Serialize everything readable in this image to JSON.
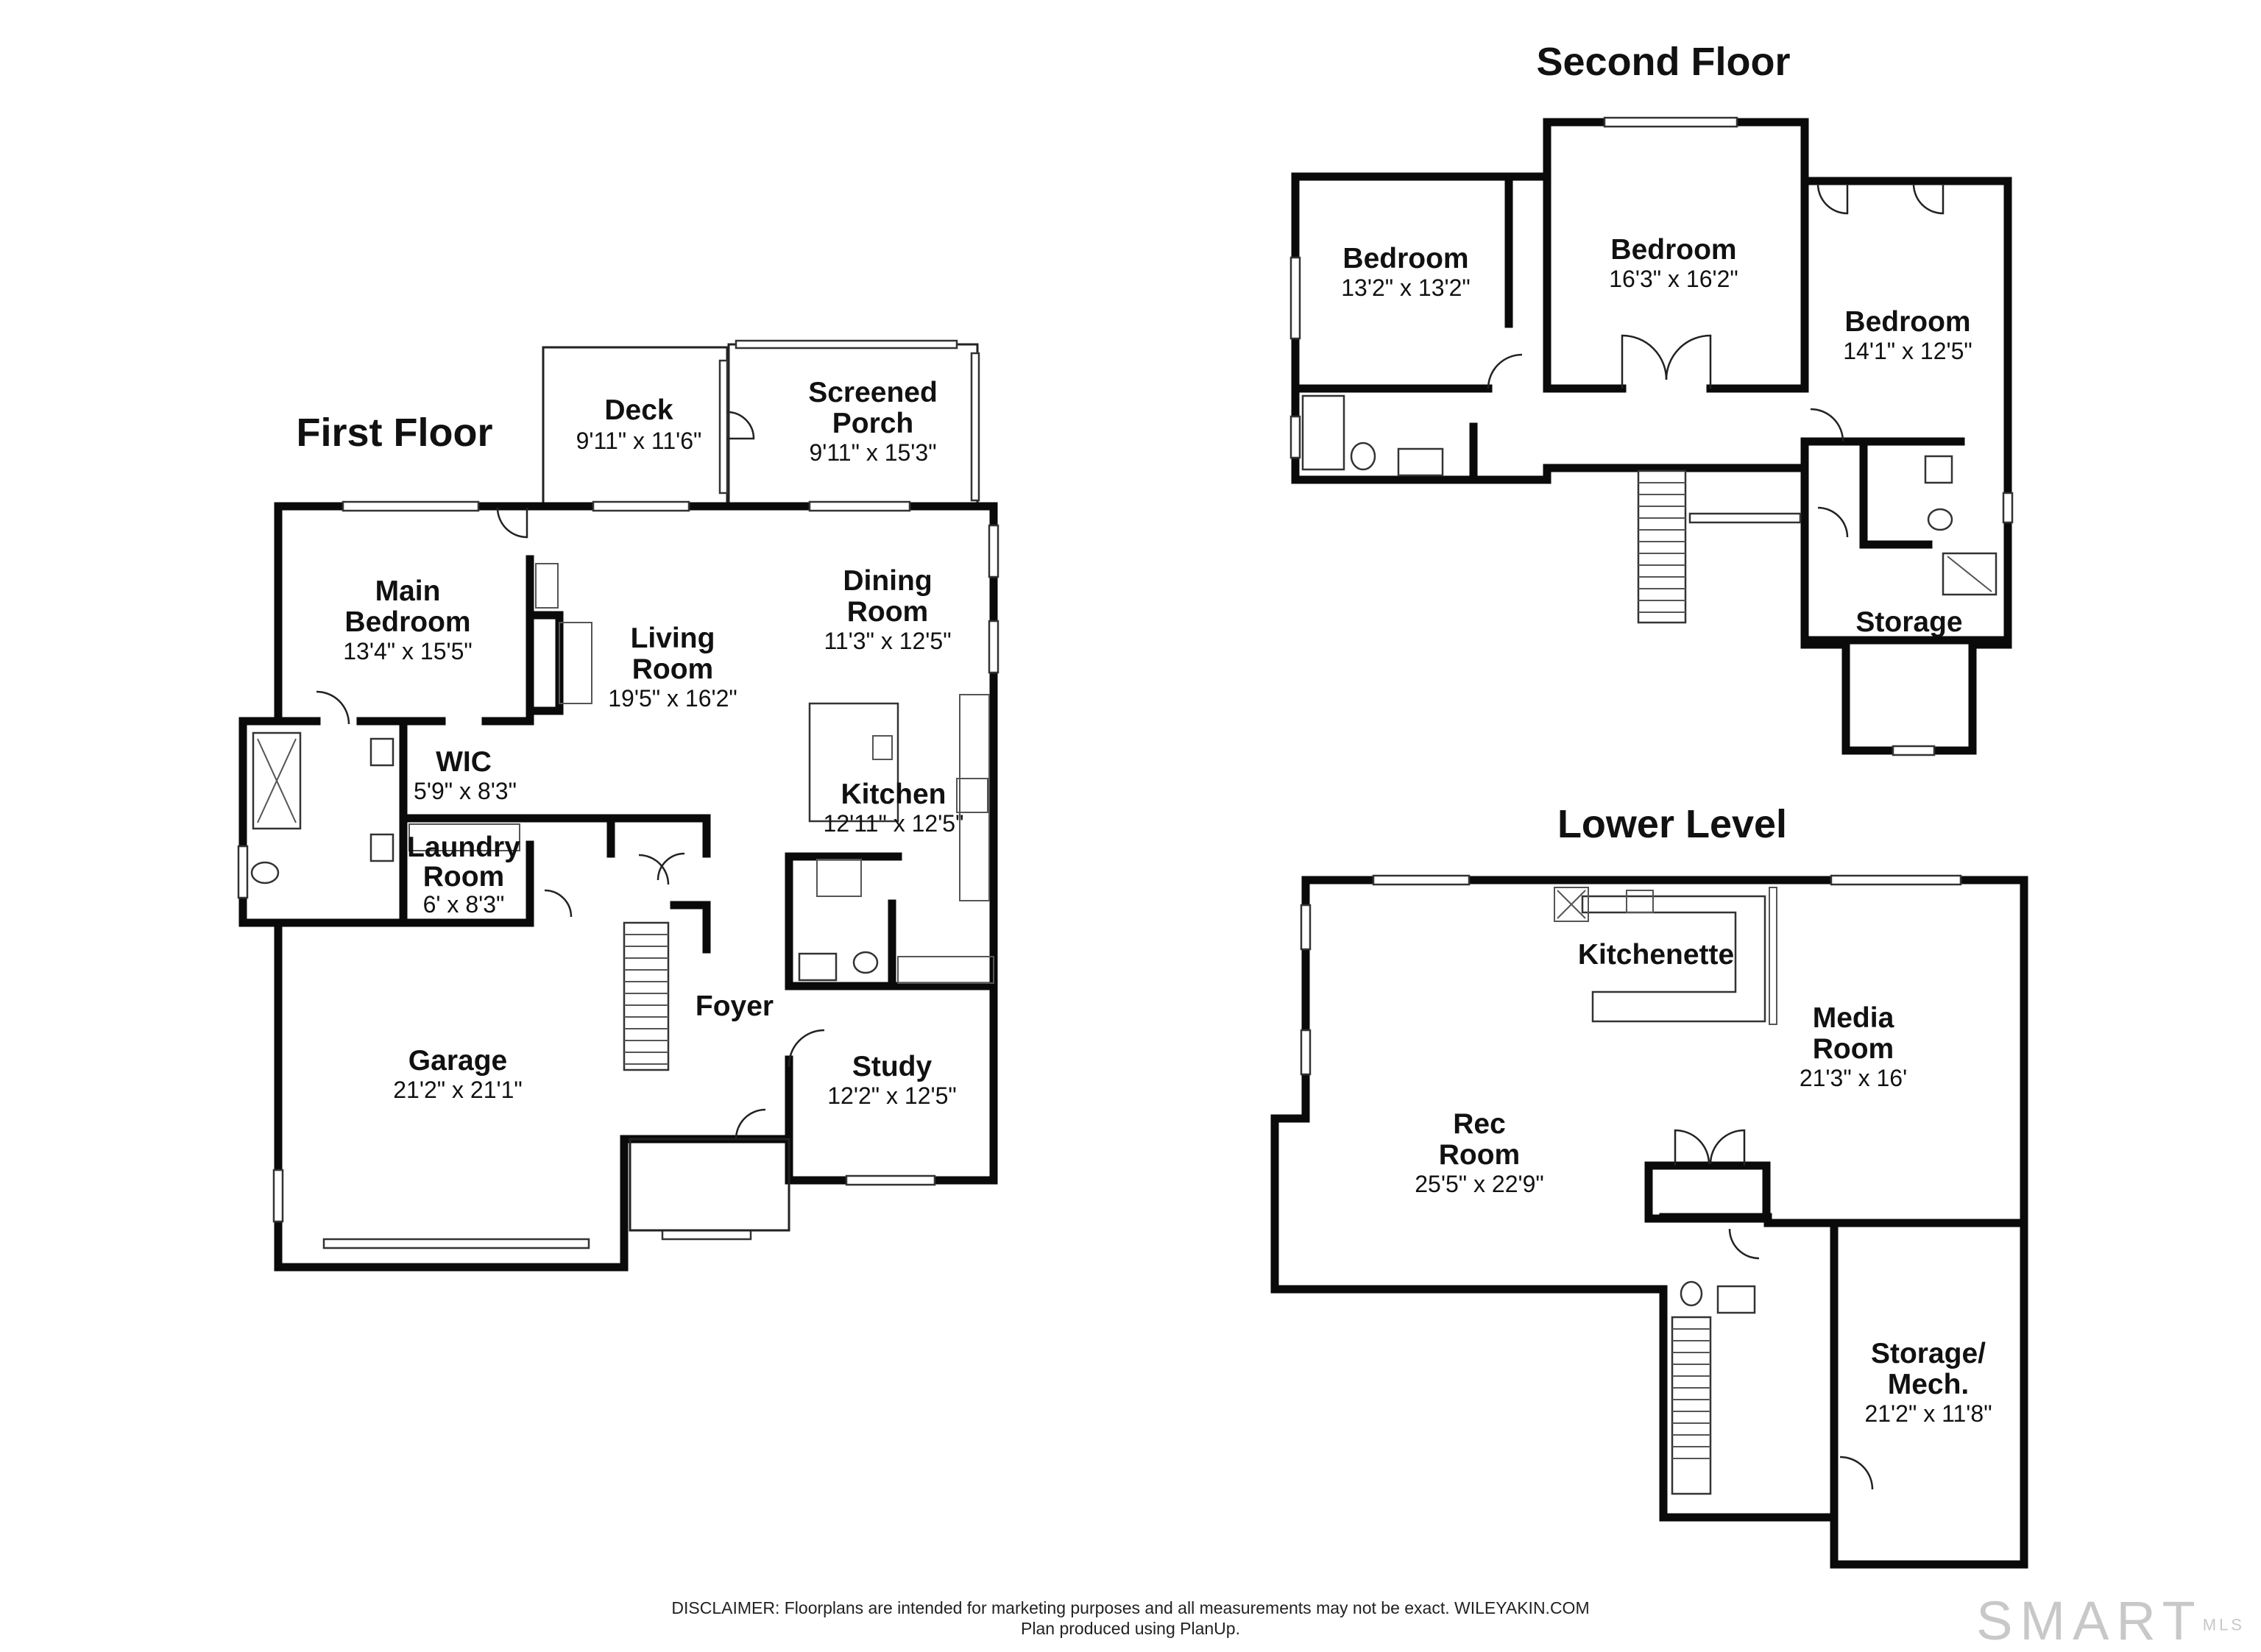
{
  "floors": {
    "first": {
      "title": "First Floor"
    },
    "second": {
      "title": "Second Floor"
    },
    "lower": {
      "title": "Lower Level"
    }
  },
  "rooms": {
    "deck": {
      "name": "Deck",
      "dim": "9'11\" x 11'6\""
    },
    "screened": {
      "name1": "Screened",
      "name2": "Porch",
      "dim": "9'11\" x 15'3\""
    },
    "main_bed": {
      "name1": "Main",
      "name2": "Bedroom",
      "dim": "13'4\" x 15'5\""
    },
    "living": {
      "name1": "Living",
      "name2": "Room",
      "dim": "19'5\" x 16'2\""
    },
    "dining": {
      "name1": "Dining",
      "name2": "Room",
      "dim": "11'3\" x 12'5\""
    },
    "wic": {
      "name": "WIC",
      "dim": "5'9\" x 8'3\""
    },
    "kitchen": {
      "name": "Kitchen",
      "dim": "12'11\" x 12'5\""
    },
    "laundry": {
      "name1": "Laundry",
      "name2": "Room",
      "dim": "6' x 8'3\""
    },
    "foyer": {
      "name": "Foyer"
    },
    "garage": {
      "name": "Garage",
      "dim": "21'2\" x 21'1\""
    },
    "study": {
      "name": "Study",
      "dim": "12'2\" x 12'5\""
    },
    "bed2a": {
      "name": "Bedroom",
      "dim": "13'2\" x 13'2\""
    },
    "bed2b": {
      "name": "Bedroom",
      "dim": "16'3\" x 16'2\""
    },
    "bed2c": {
      "name": "Bedroom",
      "dim": "14'1\" x 12'5\""
    },
    "storage2": {
      "name": "Storage"
    },
    "kitchenette": {
      "name": "Kitchenette"
    },
    "media": {
      "name1": "Media",
      "name2": "Room",
      "dim": "21'3\" x 16'"
    },
    "rec": {
      "name1": "Rec",
      "name2": "Room",
      "dim": "25'5\" x 22'9\""
    },
    "storage_mech": {
      "name1": "Storage/",
      "name2": "Mech.",
      "dim": "21'2\" x 11'8\""
    }
  },
  "footer": {
    "line1": "DISCLAIMER: Floorplans are intended for marketing purposes and all measurements may not be exact. WILEYAKIN.COM",
    "line2": "Plan produced using PlanUp.",
    "brand": "SMART",
    "brand_suffix": "MLS"
  }
}
